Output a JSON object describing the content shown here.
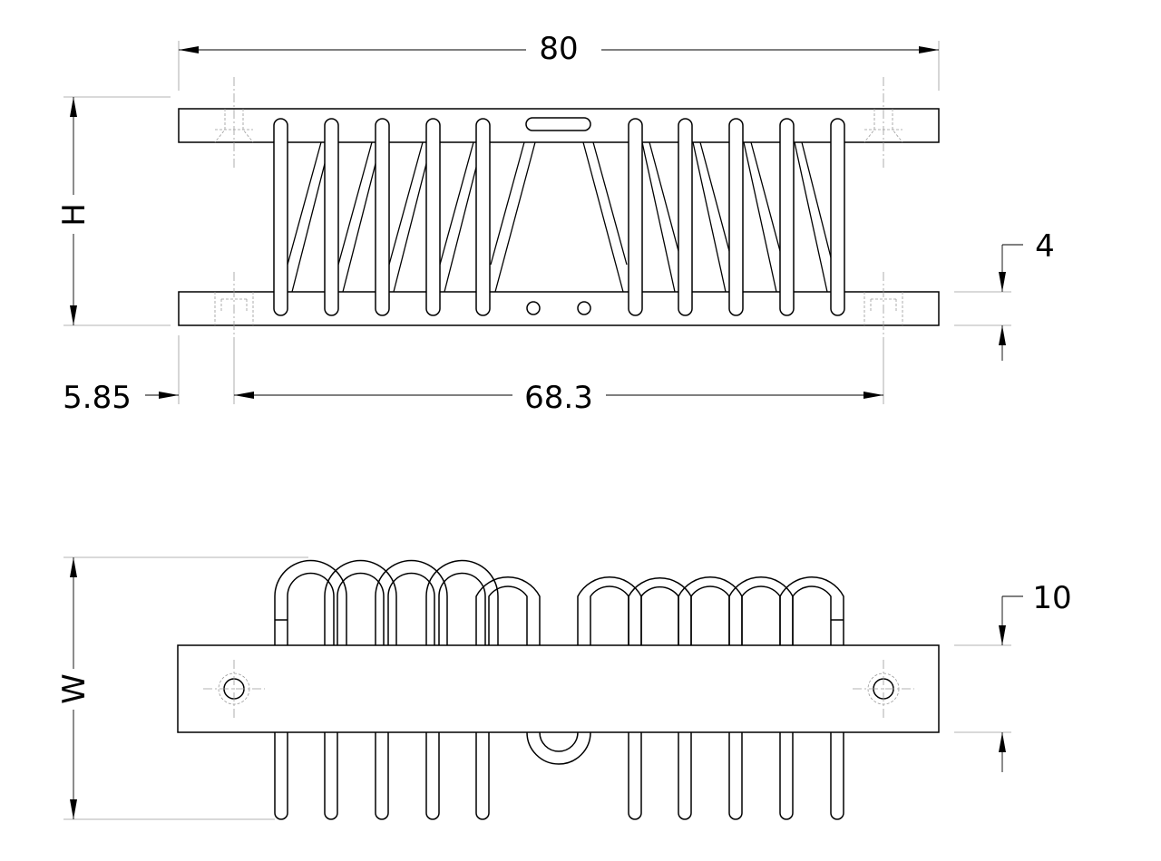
{
  "dimensions": {
    "overall_length": "80",
    "height": "H",
    "plate_thickness": "4",
    "edge_offset": "5.85",
    "bolt_spacing": "68.3",
    "width": "W",
    "plate_overhang": "10"
  }
}
